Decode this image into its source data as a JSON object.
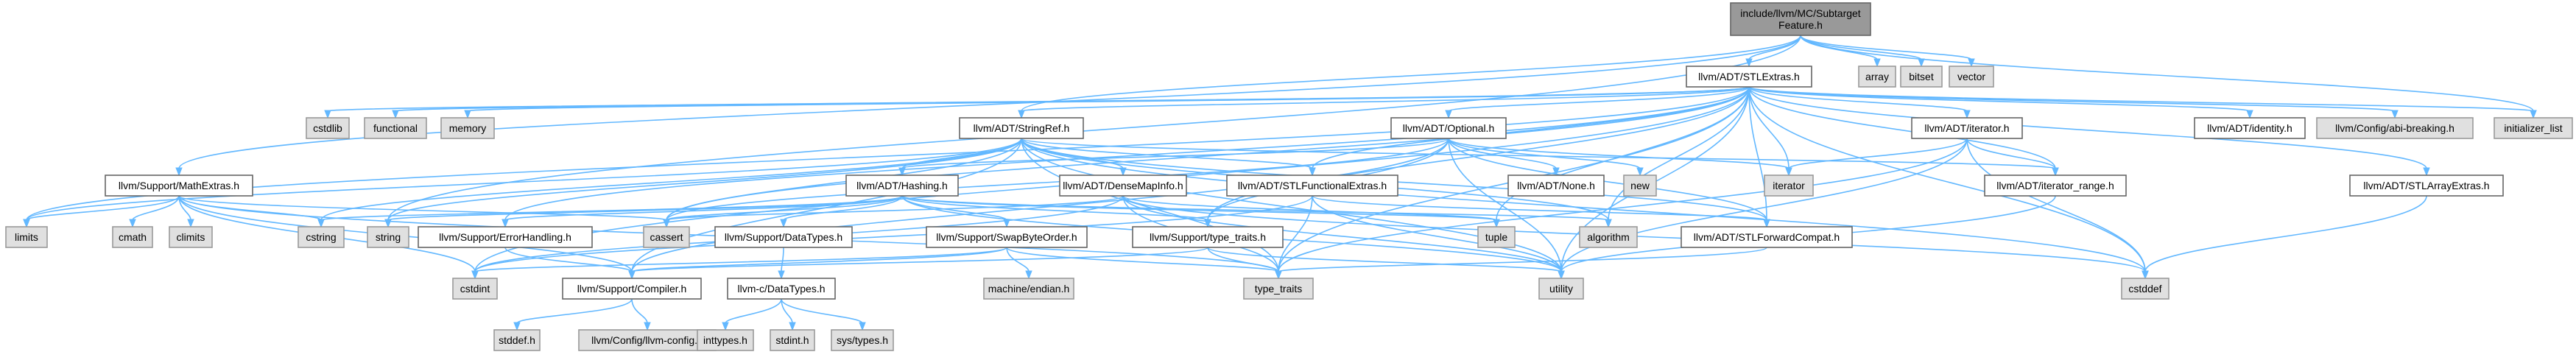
{
  "diagram": {
    "nodes": [
      {
        "id": "root",
        "lines": [
          "include/llvm/MC/Subtarget",
          "Feature.h"
        ],
        "kind": "root"
      },
      {
        "id": "array",
        "lines": [
          "array"
        ],
        "kind": "system"
      },
      {
        "id": "bitset",
        "lines": [
          "bitset"
        ],
        "kind": "system"
      },
      {
        "id": "vector",
        "lines": [
          "vector"
        ],
        "kind": "system"
      },
      {
        "id": "stlextras",
        "lines": [
          "llvm/ADT/STLExtras.h"
        ],
        "kind": "local"
      },
      {
        "id": "cstdlib",
        "lines": [
          "cstdlib"
        ],
        "kind": "system"
      },
      {
        "id": "functional",
        "lines": [
          "functional"
        ],
        "kind": "system"
      },
      {
        "id": "memory",
        "lines": [
          "memory"
        ],
        "kind": "system"
      },
      {
        "id": "stringref",
        "lines": [
          "llvm/ADT/StringRef.h"
        ],
        "kind": "local"
      },
      {
        "id": "optional",
        "lines": [
          "llvm/ADT/Optional.h"
        ],
        "kind": "local"
      },
      {
        "id": "iterator_h",
        "lines": [
          "llvm/ADT/iterator.h"
        ],
        "kind": "local"
      },
      {
        "id": "identity",
        "lines": [
          "llvm/ADT/identity.h"
        ],
        "kind": "local"
      },
      {
        "id": "abibreaking",
        "lines": [
          "llvm/Config/abi-breaking.h"
        ],
        "kind": "system"
      },
      {
        "id": "initlist",
        "lines": [
          "initializer_list"
        ],
        "kind": "system"
      },
      {
        "id": "mathextras",
        "lines": [
          "llvm/Support/MathExtras.h"
        ],
        "kind": "local"
      },
      {
        "id": "hashing",
        "lines": [
          "llvm/ADT/Hashing.h"
        ],
        "kind": "local"
      },
      {
        "id": "densemapinfo",
        "lines": [
          "llvm/ADT/DenseMapInfo.h"
        ],
        "kind": "local"
      },
      {
        "id": "stlfunc",
        "lines": [
          "llvm/ADT/STLFunctionalExtras.h"
        ],
        "kind": "local"
      },
      {
        "id": "none",
        "lines": [
          "llvm/ADT/None.h"
        ],
        "kind": "local"
      },
      {
        "id": "new",
        "lines": [
          "new"
        ],
        "kind": "system"
      },
      {
        "id": "iterator_sys",
        "lines": [
          "iterator"
        ],
        "kind": "system"
      },
      {
        "id": "iterrange",
        "lines": [
          "llvm/ADT/iterator_range.h"
        ],
        "kind": "local"
      },
      {
        "id": "stlarray",
        "lines": [
          "llvm/ADT/STLArrayExtras.h"
        ],
        "kind": "local"
      },
      {
        "id": "limits",
        "lines": [
          "limits"
        ],
        "kind": "system"
      },
      {
        "id": "cmath",
        "lines": [
          "cmath"
        ],
        "kind": "system"
      },
      {
        "id": "climits",
        "lines": [
          "climits"
        ],
        "kind": "system"
      },
      {
        "id": "cstring",
        "lines": [
          "cstring"
        ],
        "kind": "system"
      },
      {
        "id": "string",
        "lines": [
          "string"
        ],
        "kind": "system"
      },
      {
        "id": "errhandling",
        "lines": [
          "llvm/Support/ErrorHandling.h"
        ],
        "kind": "local"
      },
      {
        "id": "cassert",
        "lines": [
          "cassert"
        ],
        "kind": "system"
      },
      {
        "id": "datatypes",
        "lines": [
          "llvm/Support/DataTypes.h"
        ],
        "kind": "local"
      },
      {
        "id": "swapbyte",
        "lines": [
          "llvm/Support/SwapByteOrder.h"
        ],
        "kind": "local"
      },
      {
        "id": "typetraits_h",
        "lines": [
          "llvm/Support/type_traits.h"
        ],
        "kind": "local"
      },
      {
        "id": "tuple",
        "lines": [
          "tuple"
        ],
        "kind": "system"
      },
      {
        "id": "algorithm",
        "lines": [
          "algorithm"
        ],
        "kind": "system"
      },
      {
        "id": "stlfwd",
        "lines": [
          "llvm/ADT/STLForwardCompat.h"
        ],
        "kind": "local"
      },
      {
        "id": "cstdint",
        "lines": [
          "cstdint"
        ],
        "kind": "system"
      },
      {
        "id": "compiler",
        "lines": [
          "llvm/Support/Compiler.h"
        ],
        "kind": "local"
      },
      {
        "id": "ctypes",
        "lines": [
          "llvm-c/DataTypes.h"
        ],
        "kind": "local"
      },
      {
        "id": "machendian",
        "lines": [
          "machine/endian.h"
        ],
        "kind": "system"
      },
      {
        "id": "type_traits",
        "lines": [
          "type_traits"
        ],
        "kind": "system"
      },
      {
        "id": "utility",
        "lines": [
          "utility"
        ],
        "kind": "system"
      },
      {
        "id": "cstddef",
        "lines": [
          "cstddef"
        ],
        "kind": "system"
      },
      {
        "id": "stddef",
        "lines": [
          "stddef.h"
        ],
        "kind": "system"
      },
      {
        "id": "llvmconfig",
        "lines": [
          "llvm/Config/llvm-config.h"
        ],
        "kind": "system"
      },
      {
        "id": "inttypes",
        "lines": [
          "inttypes.h"
        ],
        "kind": "system"
      },
      {
        "id": "stdint",
        "lines": [
          "stdint.h"
        ],
        "kind": "system"
      },
      {
        "id": "systypes",
        "lines": [
          "sys/types.h"
        ],
        "kind": "system"
      }
    ],
    "edges": [
      [
        "root",
        "array"
      ],
      [
        "root",
        "bitset"
      ],
      [
        "root",
        "vector"
      ],
      [
        "root",
        "stlextras"
      ],
      [
        "root",
        "stringref"
      ],
      [
        "root",
        "mathextras"
      ],
      [
        "root",
        "string"
      ],
      [
        "root",
        "initlist"
      ],
      [
        "stlextras",
        "cstdlib"
      ],
      [
        "stlextras",
        "functional"
      ],
      [
        "stlextras",
        "memory"
      ],
      [
        "stlextras",
        "stringref"
      ],
      [
        "stlextras",
        "optional"
      ],
      [
        "stlextras",
        "iterator_h"
      ],
      [
        "stlextras",
        "identity"
      ],
      [
        "stlextras",
        "abibreaking"
      ],
      [
        "stlextras",
        "initlist"
      ],
      [
        "stlextras",
        "stlarray"
      ],
      [
        "stlextras",
        "stlfunc"
      ],
      [
        "stlextras",
        "stlfwd"
      ],
      [
        "stlextras",
        "iterrange"
      ],
      [
        "stlextras",
        "iterator_sys"
      ],
      [
        "stlextras",
        "limits"
      ],
      [
        "stlextras",
        "cstdint"
      ],
      [
        "stlextras",
        "cassert"
      ],
      [
        "stlextras",
        "tuple"
      ],
      [
        "stlextras",
        "algorithm"
      ],
      [
        "stlextras",
        "utility"
      ],
      [
        "stlextras",
        "cstddef"
      ],
      [
        "stlextras",
        "errhandling"
      ],
      [
        "stlextras",
        "typetraits_h"
      ],
      [
        "stlextras",
        "type_traits"
      ],
      [
        "stringref",
        "hashing"
      ],
      [
        "stringref",
        "densemapinfo"
      ],
      [
        "stringref",
        "stlfunc"
      ],
      [
        "stringref",
        "compiler"
      ],
      [
        "stringref",
        "iterrange"
      ],
      [
        "stringref",
        "algorithm"
      ],
      [
        "stringref",
        "cassert"
      ],
      [
        "stringref",
        "cstddef"
      ],
      [
        "stringref",
        "cstring"
      ],
      [
        "stringref",
        "limits"
      ],
      [
        "stringref",
        "string"
      ],
      [
        "stringref",
        "type_traits"
      ],
      [
        "stringref",
        "utility"
      ],
      [
        "stringref",
        "stlfwd"
      ],
      [
        "optional",
        "none"
      ],
      [
        "optional",
        "new"
      ],
      [
        "optional",
        "compiler"
      ],
      [
        "optional",
        "typetraits_h"
      ],
      [
        "optional",
        "stlfwd"
      ],
      [
        "optional",
        "cassert"
      ],
      [
        "optional",
        "utility"
      ],
      [
        "optional",
        "hashing"
      ],
      [
        "optional",
        "iterator_sys"
      ],
      [
        "iterator_h",
        "iterator_sys"
      ],
      [
        "iterator_h",
        "iterrange"
      ],
      [
        "iterator_h",
        "cstddef"
      ],
      [
        "iterator_h",
        "type_traits"
      ],
      [
        "iterator_h",
        "utility"
      ],
      [
        "stlarray",
        "cstddef"
      ],
      [
        "iterrange",
        "utility"
      ],
      [
        "mathextras",
        "limits"
      ],
      [
        "mathextras",
        "cmath"
      ],
      [
        "mathextras",
        "climits"
      ],
      [
        "mathextras",
        "cstring"
      ],
      [
        "mathextras",
        "cassert"
      ],
      [
        "mathextras",
        "cstdint"
      ],
      [
        "mathextras",
        "type_traits"
      ],
      [
        "mathextras",
        "compiler"
      ],
      [
        "hashing",
        "errhandling"
      ],
      [
        "hashing",
        "datatypes"
      ],
      [
        "hashing",
        "swapbyte"
      ],
      [
        "hashing",
        "typetraits_h"
      ],
      [
        "hashing",
        "algorithm"
      ],
      [
        "hashing",
        "cassert"
      ],
      [
        "hashing",
        "cstring"
      ],
      [
        "hashing",
        "string"
      ],
      [
        "hashing",
        "tuple"
      ],
      [
        "hashing",
        "utility"
      ],
      [
        "densemapinfo",
        "cassert"
      ],
      [
        "densemapinfo",
        "cstddef"
      ],
      [
        "densemapinfo",
        "cstdint"
      ],
      [
        "densemapinfo",
        "tuple"
      ],
      [
        "densemapinfo",
        "type_traits"
      ],
      [
        "densemapinfo",
        "utility"
      ],
      [
        "stlfunc",
        "cstdint"
      ],
      [
        "stlfunc",
        "type_traits"
      ],
      [
        "stlfunc",
        "utility"
      ],
      [
        "stlfunc",
        "stlfwd"
      ],
      [
        "errhandling",
        "compiler"
      ],
      [
        "datatypes",
        "ctypes"
      ],
      [
        "swapbyte",
        "cstdint"
      ],
      [
        "swapbyte",
        "machendian"
      ],
      [
        "swapbyte",
        "type_traits"
      ],
      [
        "swapbyte",
        "compiler"
      ],
      [
        "typetraits_h",
        "type_traits"
      ],
      [
        "typetraits_h",
        "utility"
      ],
      [
        "typetraits_h",
        "compiler"
      ],
      [
        "stlfwd",
        "type_traits"
      ],
      [
        "compiler",
        "stddef"
      ],
      [
        "compiler",
        "llvmconfig"
      ],
      [
        "ctypes",
        "inttypes"
      ],
      [
        "ctypes",
        "stdint"
      ],
      [
        "ctypes",
        "systypes"
      ]
    ]
  }
}
